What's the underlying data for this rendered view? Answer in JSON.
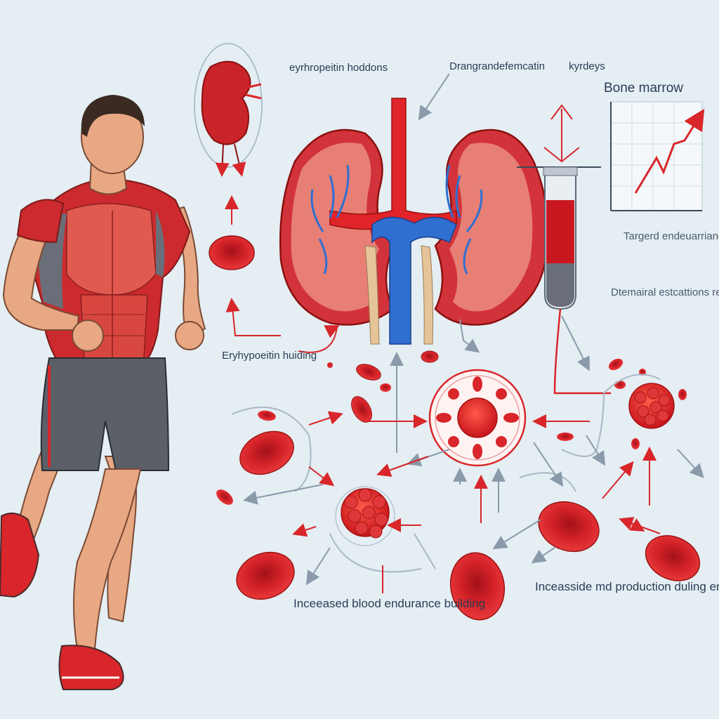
{
  "labels": {
    "top_kidney_caption": {
      "line1": "eyrhropeitin",
      "line2": "hoddons"
    },
    "kidneys_caption": {
      "line1": "Drangrandefemcatin",
      "line2": "kyrdeys"
    },
    "bone_marrow": "Bone marrow",
    "targeted": {
      "line1": "Targerd",
      "line2": "endeuarriance"
    },
    "detemaral": {
      "line1": "Dtemairal",
      "line2": "estcattions",
      "line3": "re hormone"
    },
    "erythropoietin_building": {
      "line1": "Eryhypoeitin",
      "line2": "huiding"
    },
    "increased_blood": {
      "line1": "Inceeased blood",
      "line2": "endurance building"
    },
    "increased_production": {
      "line1": "Inceasside md",
      "line2": "production duling",
      "line3": "entrance building"
    }
  },
  "colors": {
    "background": "#e4eef3",
    "blood_red": "#d8262a",
    "dark_red": "#a51515",
    "vein_blue": "#2f6fd0",
    "arrow_grey": "#8a9aab",
    "skin": "#e8a883",
    "shorts": "#5b5f68"
  }
}
